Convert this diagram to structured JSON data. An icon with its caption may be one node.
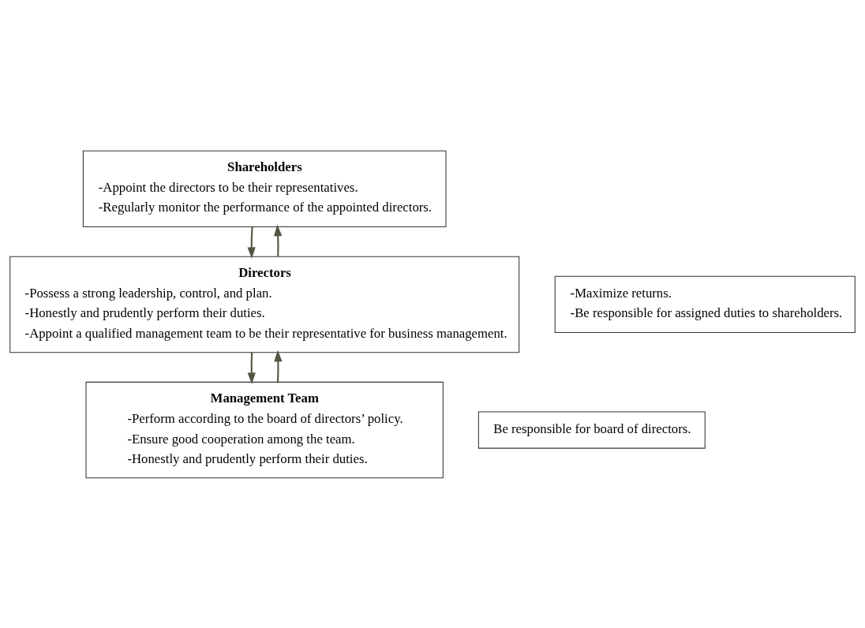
{
  "diagram": {
    "nodes": [
      {
        "text": [
          "Shareholders",
          "-Appoint the directors to be their representatives.",
          "-Regularly monitor the performance of the appointed directors."
        ]
      },
      {
        "text": [
          "Directors",
          "-Possess a strong leadership, control, and plan.",
          "-Honestly and prudently perform their duties.",
          "-Appoint a qualified management team to be their representative for business management."
        ]
      },
      {
        "text": [
          "Management Team",
          "-Perform according to the board of directors’ policy.",
          "-Ensure good cooperation among the team.",
          "-Honestly and prudently perform their duties."
        ]
      },
      {
        "text": [
          "-Maximize returns.",
          "-Be responsible for assigned duties to shareholders."
        ]
      },
      {
        "text": [
          "Be responsible for board of directors."
        ]
      }
    ],
    "edges": [
      {
        "from": 0,
        "to": 1,
        "arrow": "to"
      },
      {
        "from": 1,
        "to": 0,
        "arrow": "to"
      },
      {
        "from": 1,
        "to": 2,
        "arrow": "to"
      },
      {
        "from": 2,
        "to": 1,
        "arrow": "to"
      }
    ]
  }
}
